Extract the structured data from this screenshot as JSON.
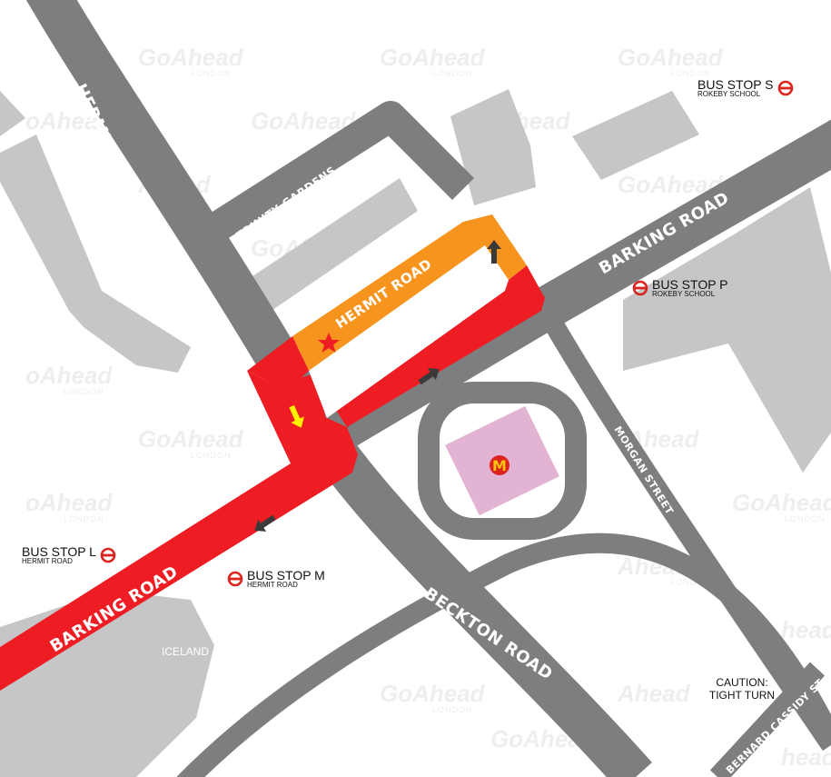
{
  "roads": {
    "hermit_road_main": "HERMIT ROAD",
    "trinity_gardens": "TRINITY GARDENS",
    "hermit_road_route": "HERMIT ROAD",
    "barking_road_east": "BARKING ROAD",
    "barking_road_west": "BARKING ROAD",
    "morgan_street": "MORGAN STREET",
    "beckton_road": "BECKTON ROAD",
    "bernard_cassidy_st": "BERNARD CASSIDY ST"
  },
  "places": {
    "iceland": "ICELAND",
    "mcdonalds_logo": "M"
  },
  "bus_stops": {
    "s": {
      "name": "BUS STOP S",
      "sub": "ROKEBY SCHOOL"
    },
    "p": {
      "name": "BUS STOP P",
      "sub": "ROKEBY SCHOOL"
    },
    "l": {
      "name": "BUS STOP L",
      "sub": "HERMIT ROAD"
    },
    "m": {
      "name": "BUS STOP M",
      "sub": "HERMIT ROAD"
    }
  },
  "caution": {
    "line1": "CAUTION:",
    "line2": "TIGHT TURN"
  },
  "watermark": {
    "brand": "GoAhead",
    "sub": "LONDON",
    "partial": "oAhead",
    "partial2": "Ahead",
    "partial3": "head"
  },
  "colors": {
    "road": "#7d7e80",
    "building": "#c6c6c8",
    "route_red": "#ee1d23",
    "route_orange": "#f7941d",
    "arrow_dark": "#3a3a3a",
    "arrow_yellow": "#fff200",
    "mcd_bg": "#e2b3d3",
    "mcd_logo": "#ffc20e",
    "tfl_red": "#dc241f"
  },
  "icons": {
    "bus_stop": "tfl-roundel-icon",
    "start": "star-icon",
    "direction": "arrow-icon",
    "restaurant": "mcdonalds-icon"
  }
}
